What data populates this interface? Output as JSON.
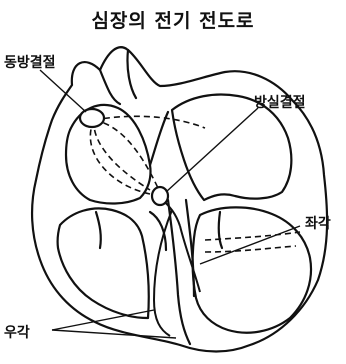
{
  "diagram": {
    "title": "심장의 전기 전도로",
    "labels": {
      "sa_node": "동방결절",
      "av_node": "방실결절",
      "left_branch": "좌각",
      "right_branch": "우각"
    }
  }
}
